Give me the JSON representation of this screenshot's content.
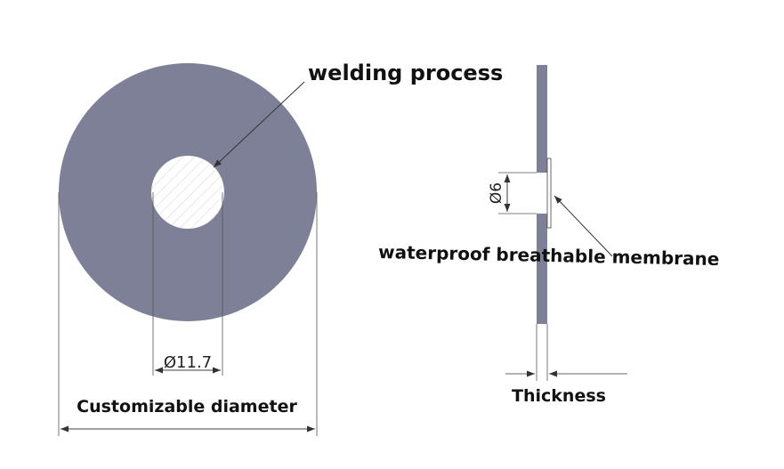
{
  "labels": {
    "welding_process": "welding process",
    "membrane": "waterproof breathable membrane",
    "hole_diameter": "Ø11.7",
    "outer_diameter": "Customizable diameter",
    "vent_diameter": "Ø6",
    "thickness": "Thickness"
  },
  "colors": {
    "disc_fill": "#7e8098",
    "line": "#333333",
    "background": "#ffffff"
  }
}
